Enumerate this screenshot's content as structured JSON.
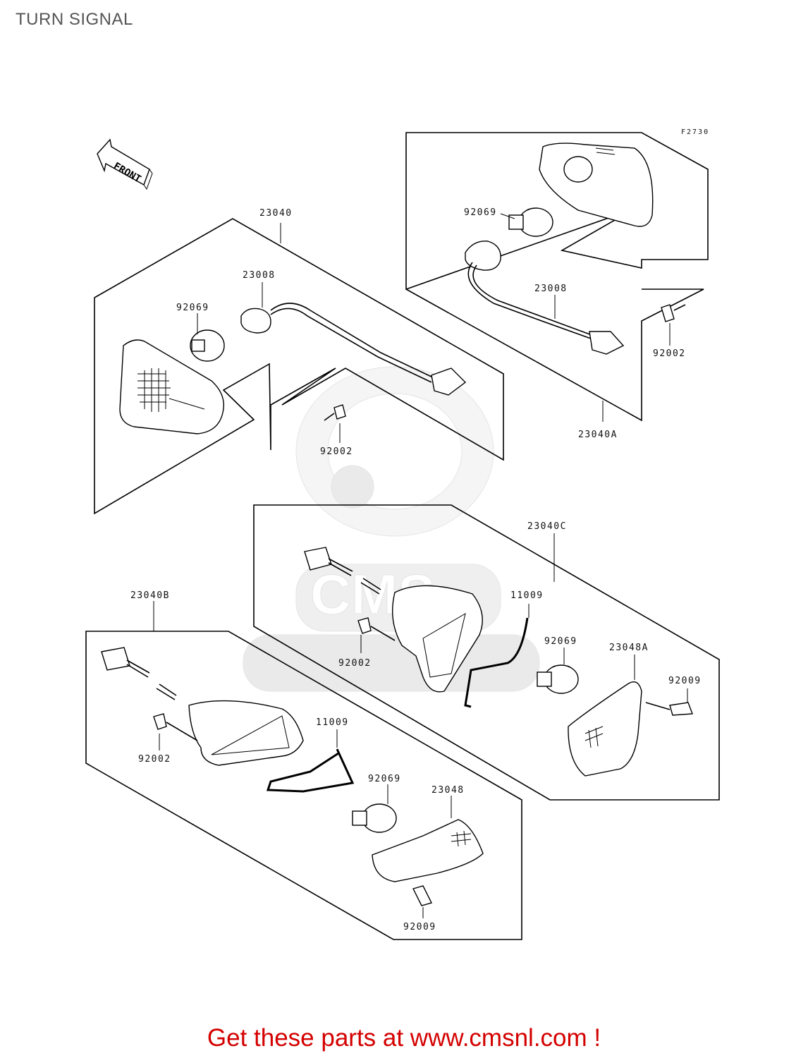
{
  "header": {
    "title": "TURN SIGNAL"
  },
  "diagram": {
    "figure_code": "F2730",
    "front_marker": "FRONT",
    "part_labels": {
      "p23040": "23040",
      "p23008_left": "23008",
      "p92069_left": "92069",
      "p92002_left": "92002",
      "p92069_right": "92069",
      "p23008_right": "23008",
      "p92002_right": "92002",
      "p23040A": "23040A",
      "p23040C": "23040C",
      "p11009_c": "11009",
      "p92069_c": "92069",
      "p23048A": "23048A",
      "p92009_c": "92009",
      "p92002_c": "92002",
      "p23040B": "23040B",
      "p92002_b": "92002",
      "p11009_b": "11009",
      "p92069_b": "92069",
      "p23048": "23048",
      "p92009_b": "92009"
    }
  },
  "footer": {
    "cta": "Get these parts at www.cmsnl.com !"
  },
  "colors": {
    "cta": "#d40000",
    "title": "#555555",
    "watermark": "#d9d9d9"
  }
}
